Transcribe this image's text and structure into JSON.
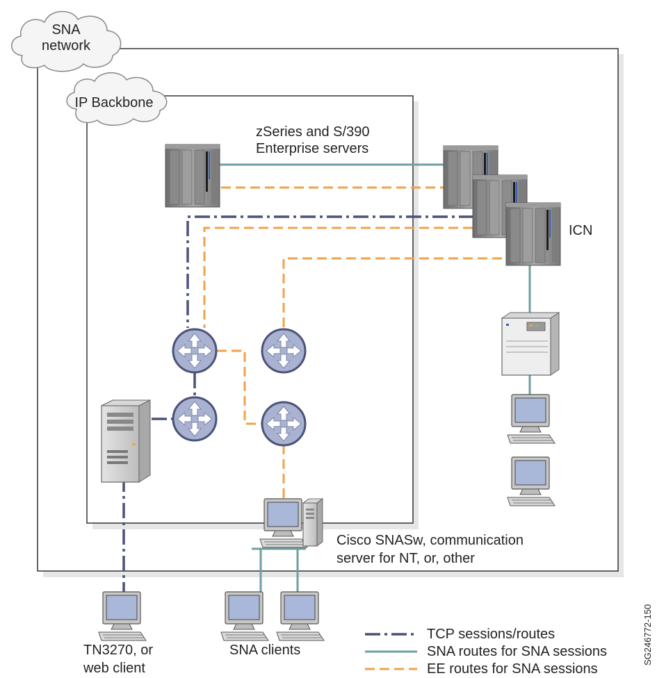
{
  "clouds": {
    "sna_network_line1": "SNA",
    "sna_network_line2": "network",
    "ip_backbone": "IP Backbone"
  },
  "labels": {
    "enterprise_servers_line1": "zSeries and S/390",
    "enterprise_servers_line2": "Enterprise servers",
    "icn": "ICN",
    "gateway_line1": "Cisco SNASw, communication",
    "gateway_line2": "server for NT, or, other",
    "tn3270_line1": "TN3270, or",
    "tn3270_line2": "web client",
    "sna_clients": "SNA clients",
    "figure_id": "SG246772-150"
  },
  "legend": {
    "tcp": "TCP sessions/routes",
    "sna": "SNA routes for SNA sessions",
    "ee": "EE routes for SNA sessions"
  },
  "colors": {
    "tcp_line": "#4a5278",
    "sna_line": "#6f9fa0",
    "ee_line": "#f0a24a",
    "router_fill": "#a9b2d0",
    "screen_fill": "#a9b8d8"
  },
  "icons": [
    "cloud-icon",
    "mainframe-icon",
    "router-icon",
    "server-tower-icon",
    "workstation-icon",
    "controller-icon"
  ]
}
